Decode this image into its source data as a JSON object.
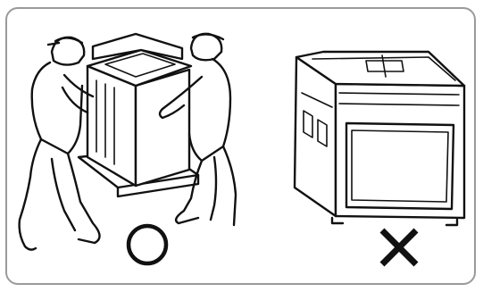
{
  "illustration": {
    "left_panel": {
      "subject": "two-workers-carrying-washing-machine-upright",
      "mark": "correct-circle"
    },
    "right_panel": {
      "subject": "washing-machine-on-its-side",
      "mark": "wrong-x"
    },
    "colors": {
      "line": "#111111",
      "border": "#9a9a9a",
      "background": "#ffffff"
    }
  }
}
